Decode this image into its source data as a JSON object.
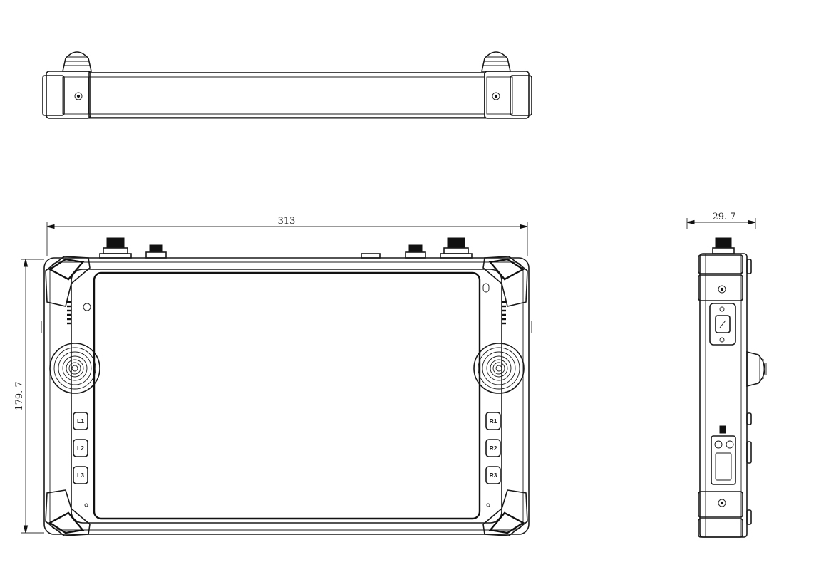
{
  "dimensions": {
    "width": "313",
    "height": "179. 7",
    "depth": "29. 7"
  },
  "buttons": {
    "left": [
      "L1",
      "L2",
      "L3"
    ],
    "right": [
      "R1",
      "R2",
      "R3"
    ]
  },
  "icons": [
    "screw-icon",
    "joystick-icon",
    "antenna-connector-icon"
  ]
}
